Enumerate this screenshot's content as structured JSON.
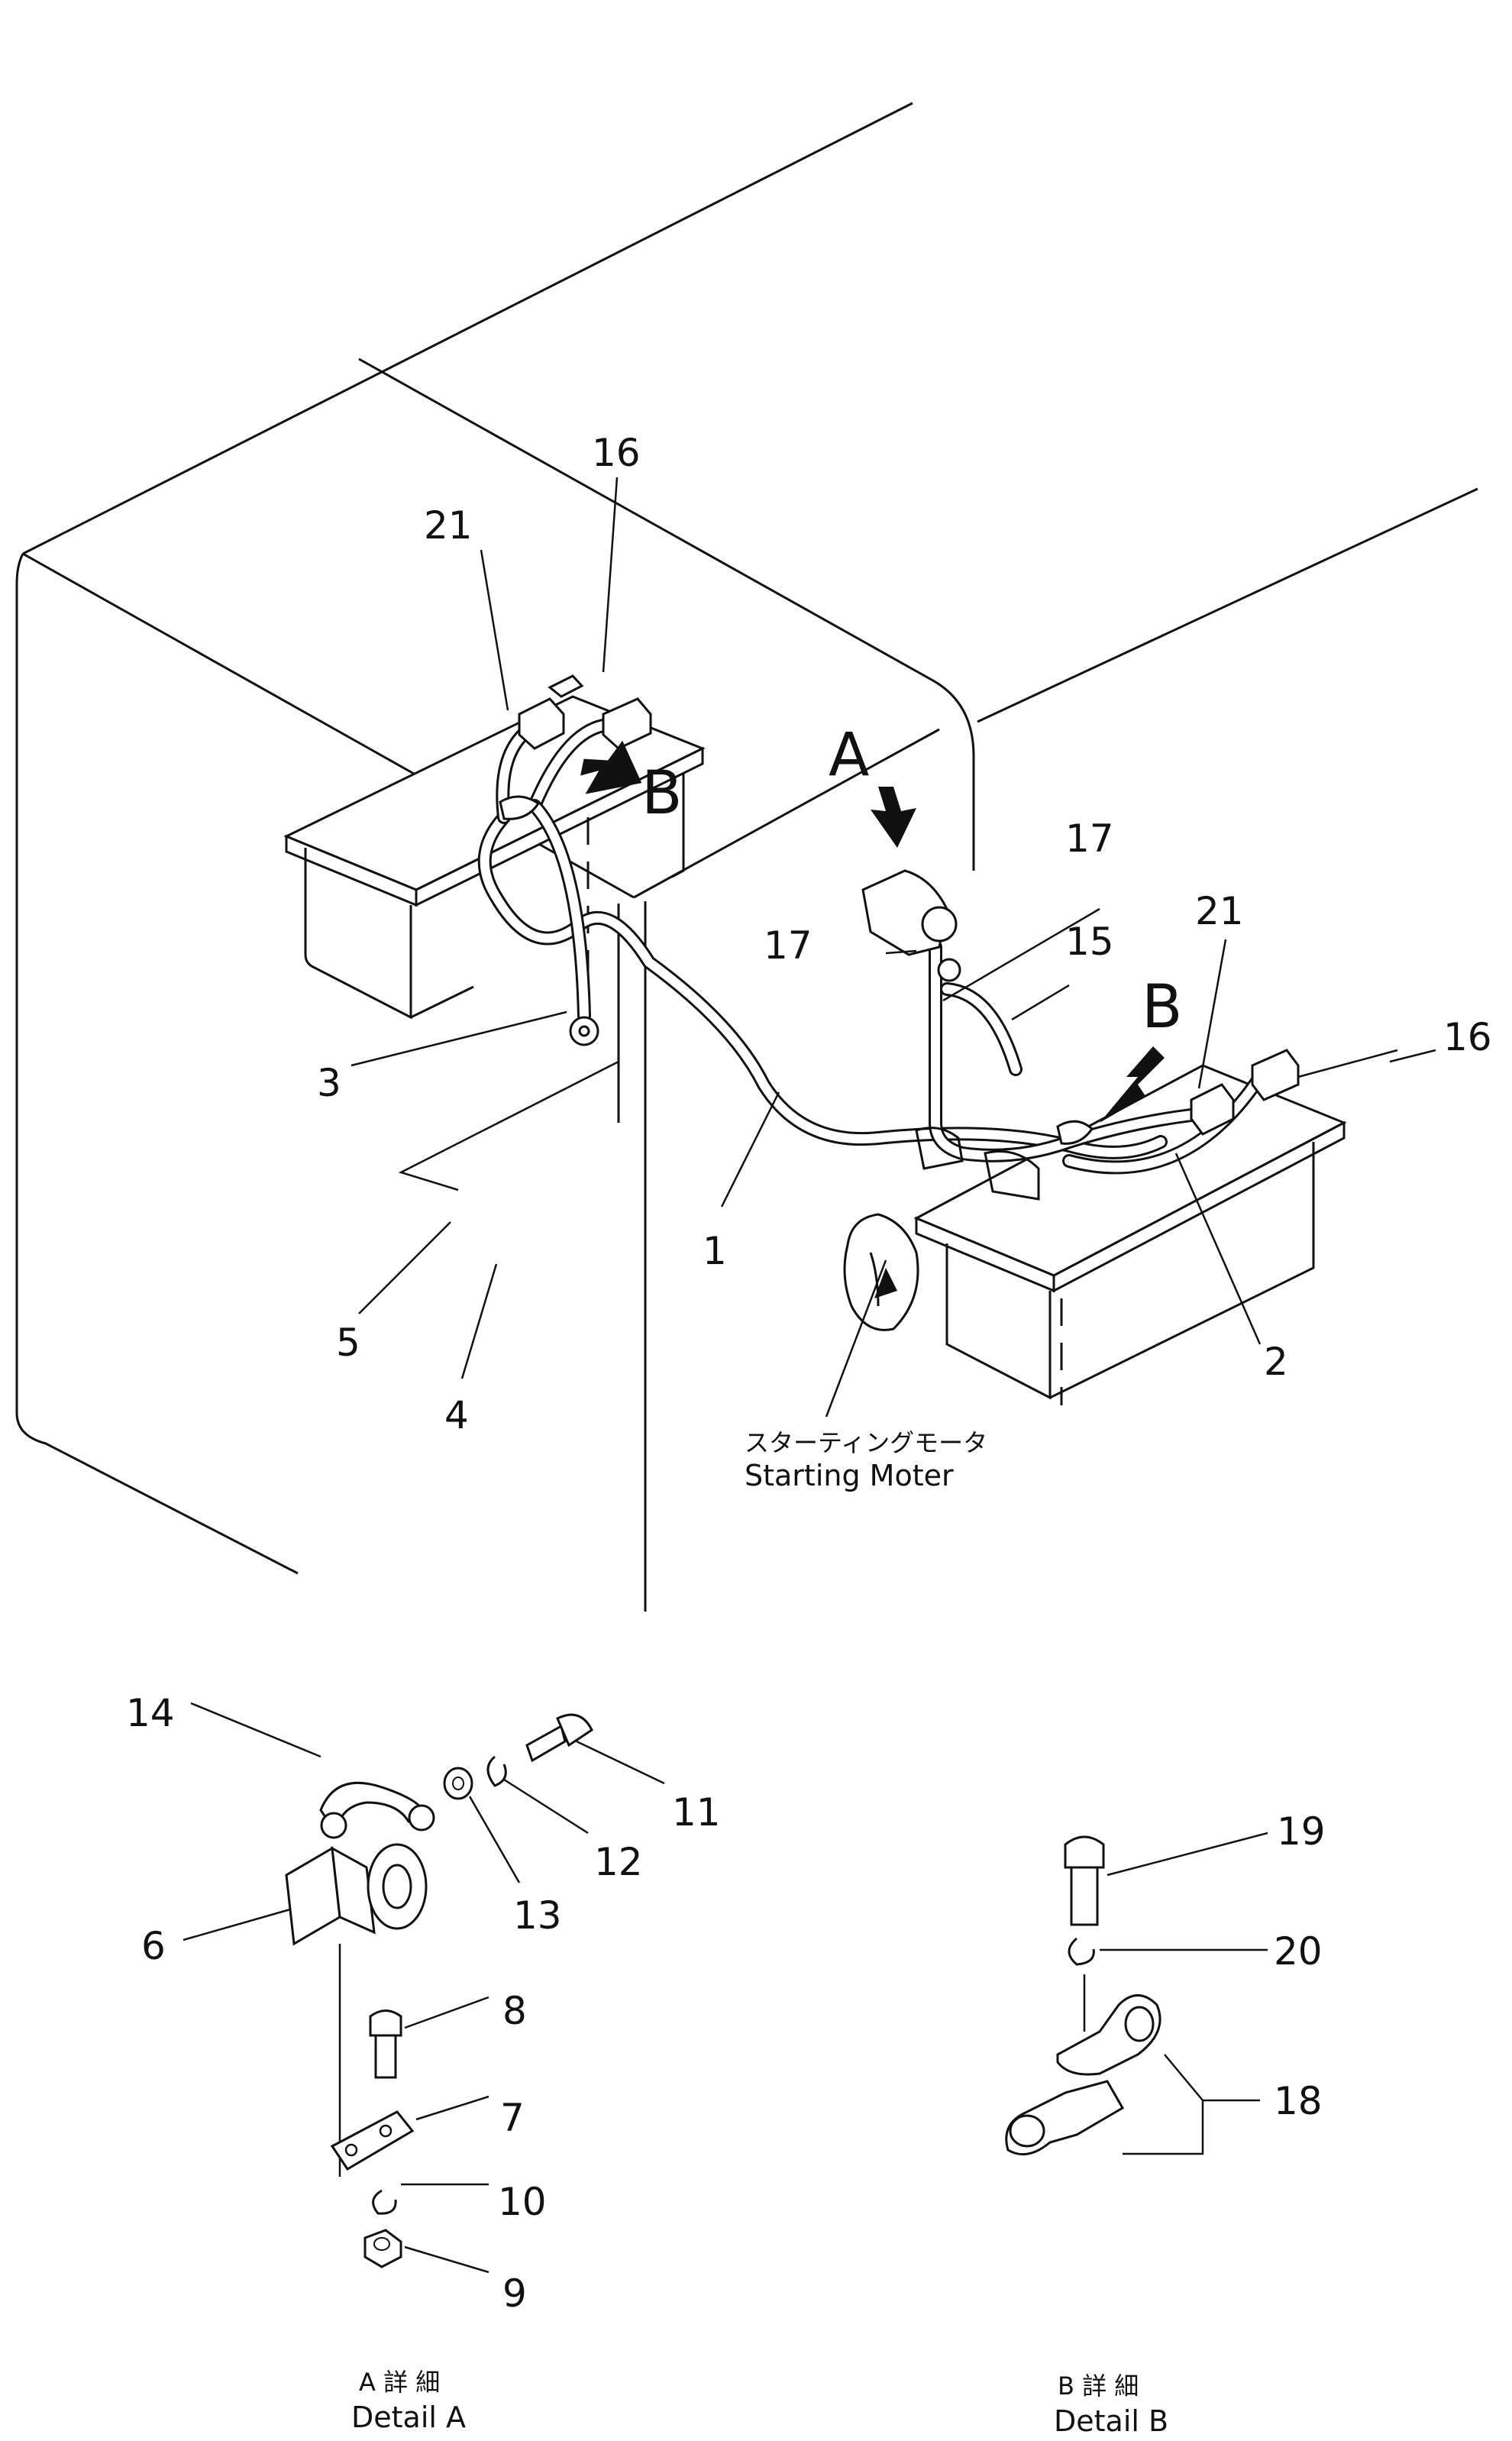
{
  "detail_labels": {
    "a": "A",
    "b": "B"
  },
  "callouts": [
    {
      "id": "c1",
      "text": "1"
    },
    {
      "id": "c2",
      "text": "2"
    },
    {
      "id": "c3",
      "text": "3"
    },
    {
      "id": "c4",
      "text": "4"
    },
    {
      "id": "c5",
      "text": "5"
    },
    {
      "id": "c6",
      "text": "6"
    },
    {
      "id": "c7",
      "text": "7"
    },
    {
      "id": "c8",
      "text": "8"
    },
    {
      "id": "c9",
      "text": "9"
    },
    {
      "id": "c10",
      "text": "10"
    },
    {
      "id": "c11",
      "text": "11"
    },
    {
      "id": "c12",
      "text": "12"
    },
    {
      "id": "c13",
      "text": "13"
    },
    {
      "id": "c14",
      "text": "14"
    },
    {
      "id": "c15",
      "text": "15"
    },
    {
      "id": "c16a",
      "text": "16"
    },
    {
      "id": "c16b",
      "text": "16"
    },
    {
      "id": "c17a",
      "text": "17"
    },
    {
      "id": "c17b",
      "text": "17"
    },
    {
      "id": "c18",
      "text": "18"
    },
    {
      "id": "c19",
      "text": "19"
    },
    {
      "id": "c20",
      "text": "20"
    },
    {
      "id": "c21a",
      "text": "21"
    },
    {
      "id": "c21b",
      "text": "21"
    }
  ],
  "starting_motor": {
    "jp": "スターティングモータ",
    "en": "Starting Moter"
  },
  "detail_a_caption": {
    "jp": "A 詳 細",
    "en": "Detail A"
  },
  "detail_b_caption": {
    "jp": "B 詳 細",
    "en": "Detail B"
  }
}
